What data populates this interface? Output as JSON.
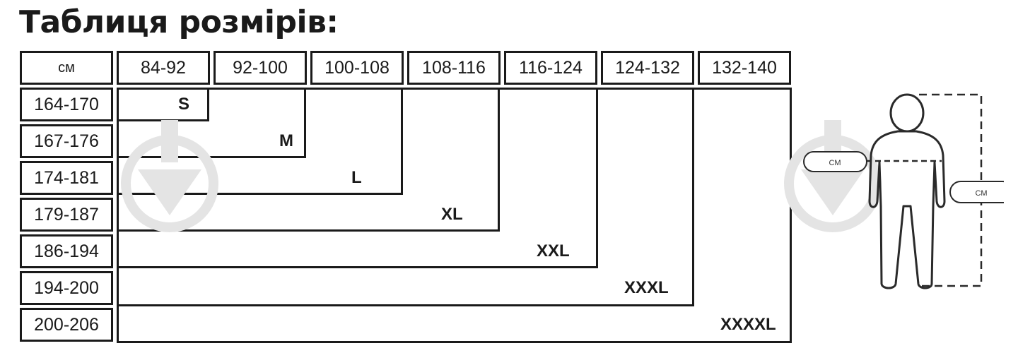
{
  "title": "Таблиця розмірів:",
  "table": {
    "corner": "см",
    "chest_headers": [
      "84-92",
      "92-100",
      "100-108",
      "108-116",
      "116-124",
      "124-132",
      "132-140"
    ],
    "height_rows": [
      "164-170",
      "167-176",
      "174-181",
      "179-187",
      "186-194",
      "194-200",
      "200-206"
    ],
    "sizes": [
      "S",
      "M",
      "L",
      "XL",
      "XXL",
      "XXXL",
      "XXXXL"
    ]
  },
  "figure": {
    "chest_label": "СМ",
    "height_label": "СМ"
  }
}
